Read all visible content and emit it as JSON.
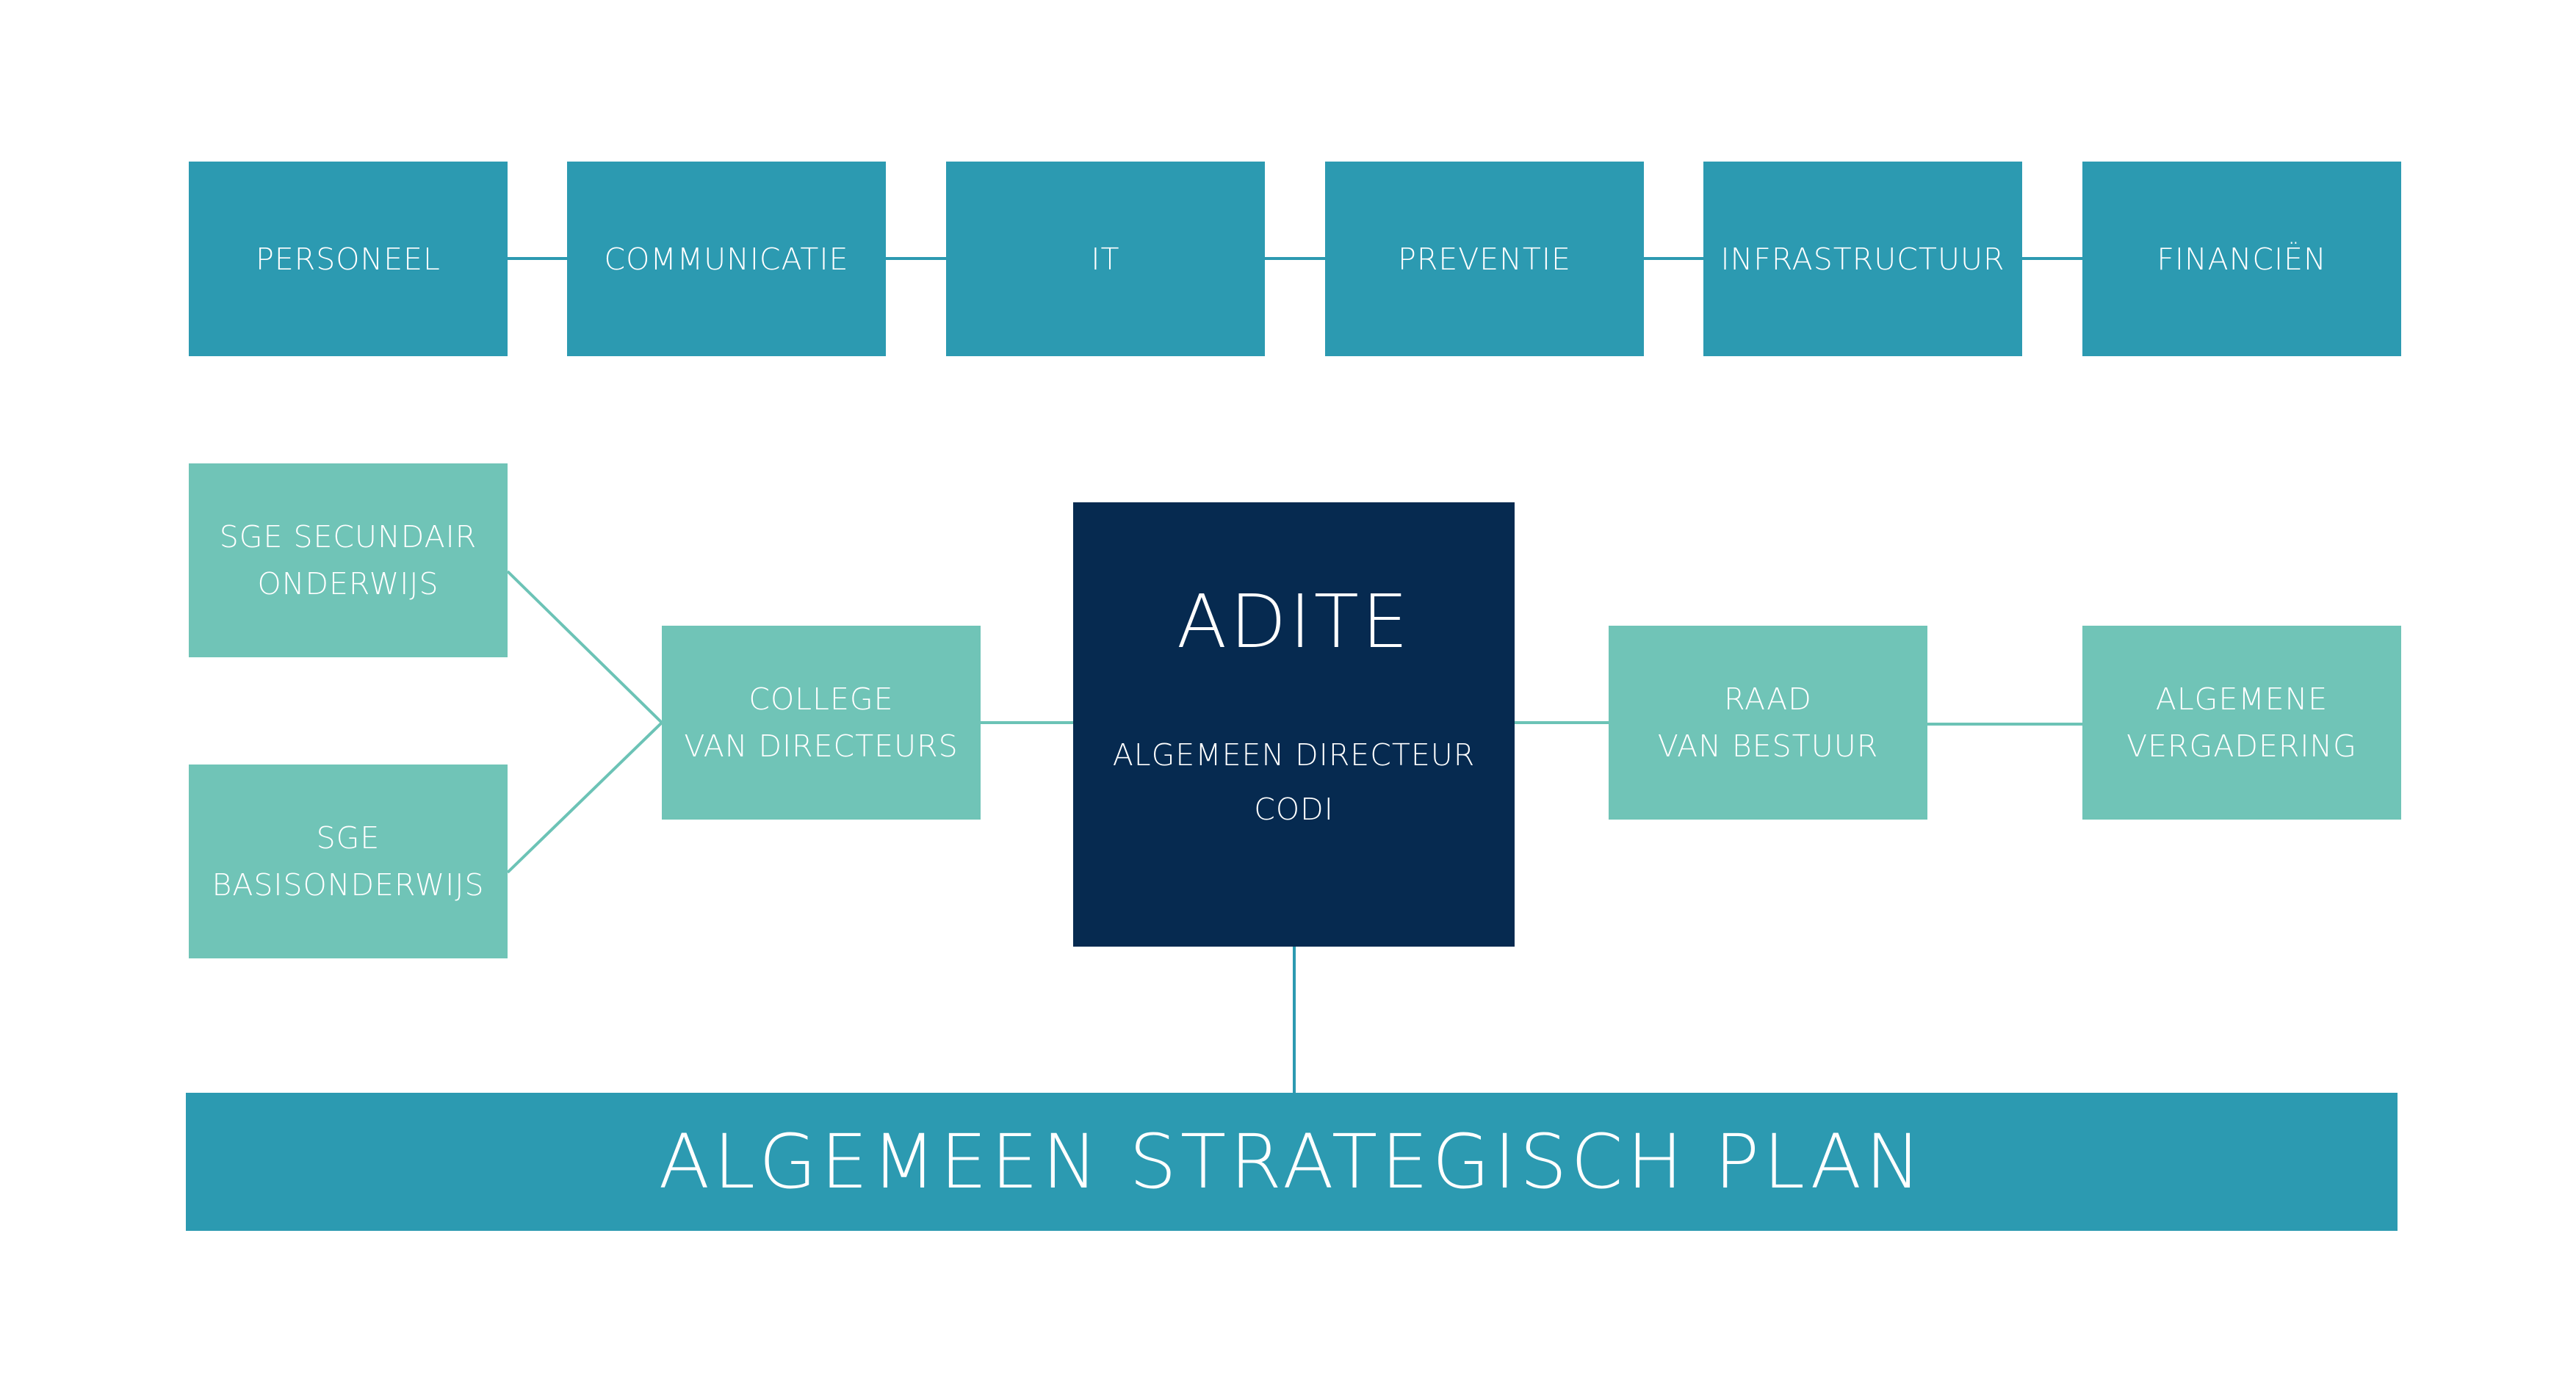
{
  "colors": {
    "department": "#2c9ab1",
    "governance": "#70c4b7",
    "central": "#062a50",
    "plan": "#2c9ab1",
    "connector": "#6cc3b6",
    "text": "#ffffff"
  },
  "departments": [
    "PERSONEEL",
    "COMMUNICATIE",
    "IT",
    "PREVENTIE",
    "INFRASTRUCTUUR",
    "FINANCIËN"
  ],
  "sge_secundair": {
    "line1": "SGE SECUNDAIR",
    "line2": "ONDERWIJS"
  },
  "sge_basis": {
    "line1": "SGE",
    "line2": "BASISONDERWIJS"
  },
  "college": {
    "line1": "COLLEGE",
    "line2": "VAN DIRECTEURS"
  },
  "adite": {
    "title": "ADITE",
    "role_line1": "ALGEMEEN DIRECTEUR",
    "role_line2": "CODI"
  },
  "raad": {
    "line1": "RAAD",
    "line2": "VAN BESTUUR"
  },
  "algemene_vergadering": {
    "line1": "ALGEMENE",
    "line2": "VERGADERING"
  },
  "plan": {
    "label": "ALGEMEEN STRATEGISCH PLAN"
  }
}
